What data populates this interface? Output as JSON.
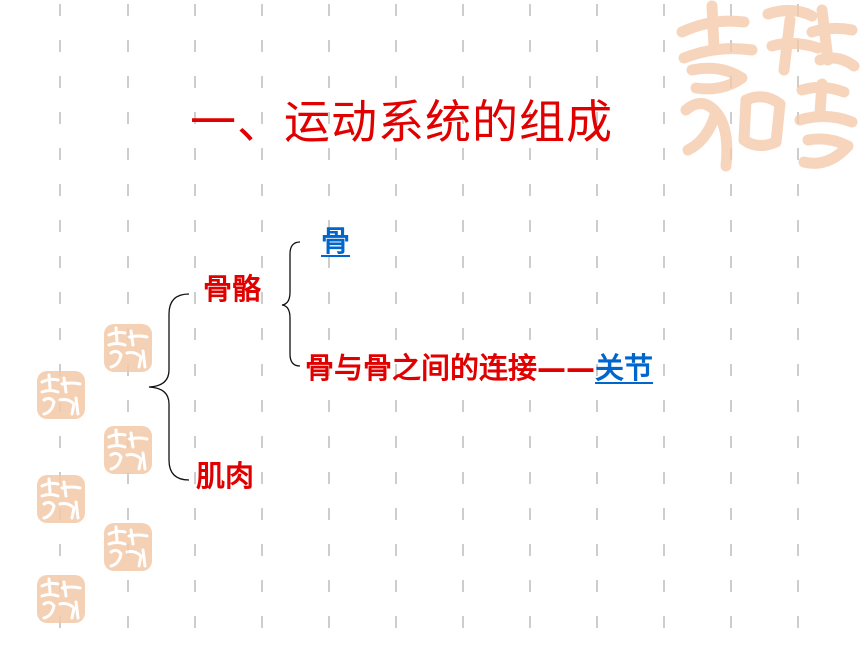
{
  "slide": {
    "title": "一、运动系统的组成",
    "tree": {
      "skeleton_label": "骨骼",
      "bone_link": "骨",
      "joint_prefix": "骨与骨之间的连接——",
      "joint_link": "关节",
      "muscle_label": "肌肉"
    }
  },
  "colors": {
    "title_red": "#e00000",
    "link_blue": "#0066cc",
    "seal_orange": "#f3c9a8",
    "dot_gray": "#cdcdcd"
  },
  "decor": {
    "big_seal": "吉祥如意",
    "small_seal": "吉祥如意"
  }
}
